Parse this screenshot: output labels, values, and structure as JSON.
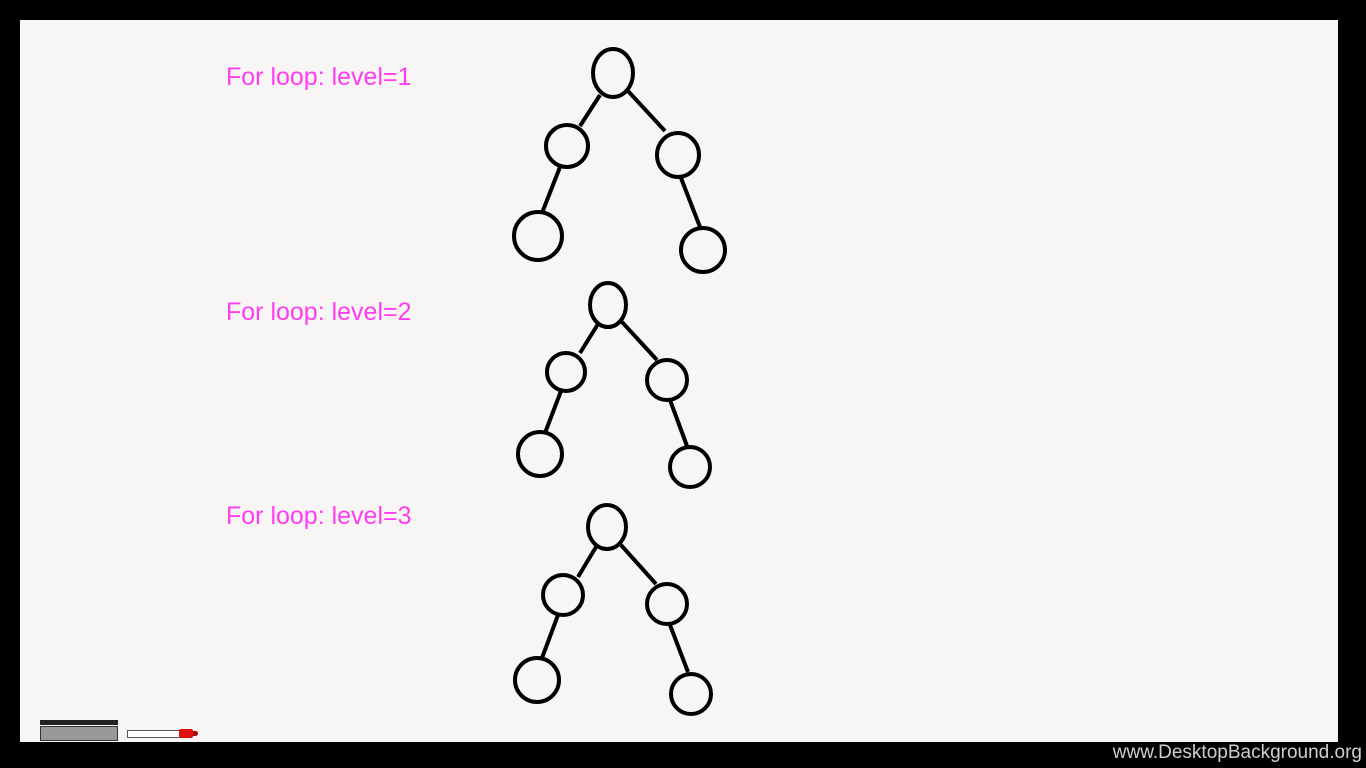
{
  "labels": [
    "For loop: level=1",
    "For loop: level=2",
    "For loop: level=3"
  ],
  "watermark": "www.DesktopBackground.org",
  "colors": {
    "label": "#ff3df0",
    "board": "#f7f6f5",
    "frame": "#000000",
    "marker_cap": "#dd1111"
  },
  "icons": [
    "eraser-icon",
    "marker-icon"
  ]
}
